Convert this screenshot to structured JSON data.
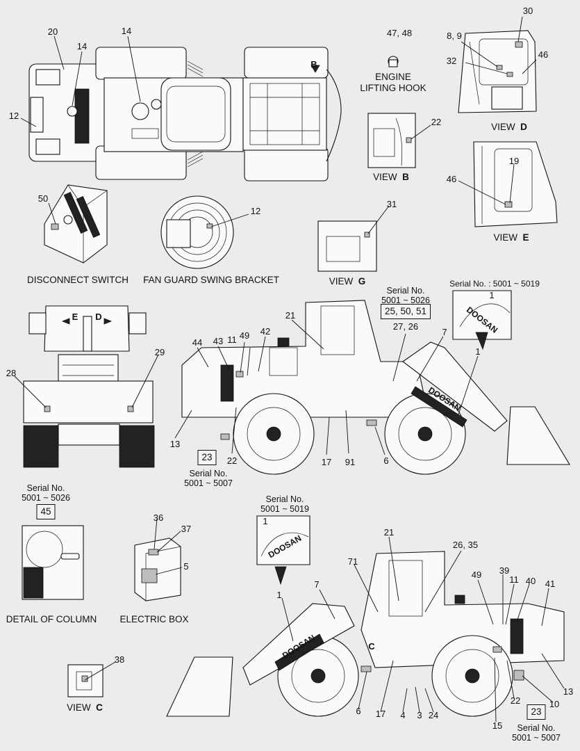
{
  "captions": {
    "engine_lifting_hook": "ENGINE\nLIFTING HOOK",
    "view_b": "VIEW",
    "view_b_letter": "B",
    "view_d": "VIEW",
    "view_d_letter": "D",
    "view_e": "VIEW",
    "view_e_letter": "E",
    "view_g": "VIEW",
    "view_g_letter": "G",
    "view_c": "VIEW",
    "view_c_letter": "C",
    "disconnect_switch": "DISCONNECT SWITCH",
    "fan_guard": "FAN GUARD SWING BRACKET",
    "detail_column": "DETAIL OF COLUMN",
    "electric_box": "ELECTRIC BOX"
  },
  "serials": {
    "s1_title": "Serial No.",
    "s1_range": "5001 ~ 5026",
    "s1_box": "25, 50, 51",
    "s2_label": "Serial No. : 5001 ~ 5019",
    "s3_title": "Serial No.",
    "s3_range": "5001 ~ 5007",
    "s3_box": "23",
    "s4_title": "Serial No.",
    "s4_range": "5001 ~ 5026",
    "s4_box": "45",
    "s5_title": "Serial No.",
    "s5_range": "5001 ~ 5019",
    "s6_title": "Serial No.",
    "s6_range": "5001 ~ 5007",
    "s6_box": "23"
  },
  "brand": {
    "name": "DOOSAN"
  },
  "arrow_letters": {
    "b": "B",
    "e": "E",
    "d": "D",
    "c": "C"
  },
  "labels": {
    "top_20": "20",
    "top_14a": "14",
    "top_14b": "14",
    "top_12": "12",
    "hook_4748": "47, 48",
    "d_30": "30",
    "d_89": "8, 9",
    "d_32": "32",
    "d_46": "46",
    "b_22": "22",
    "e_19": "19",
    "e_46": "46",
    "ds_50": "50",
    "fg_12": "12",
    "g_31": "31",
    "f_29": "29",
    "f_28": "28",
    "l_21": "21",
    "l_2726": "27, 26",
    "l_7": "7",
    "l_1": "1",
    "l_44": "44",
    "l_43": "43",
    "l_11": "11",
    "l_49": "49",
    "l_42": "42",
    "l_13": "13",
    "l_22": "22",
    "l_17": "17",
    "l_91": "91",
    "l_6": "6",
    "l_1b": "1",
    "c_45_dummy": "",
    "eb_36": "36",
    "eb_37": "37",
    "eb_5": "5",
    "r_1b": "1",
    "r_21": "21",
    "r_2635": "26, 35",
    "r_71": "71",
    "r_7": "7",
    "r_1": "1",
    "r_49": "49",
    "r_39": "39",
    "r_11": "11",
    "r_40": "40",
    "r_41": "41",
    "r_13": "13",
    "r_10": "10",
    "r_22": "22",
    "r_15": "15",
    "r_24": "24",
    "r_3": "3",
    "r_4": "4",
    "r_17": "17",
    "r_6": "6",
    "vc_38": "38"
  }
}
